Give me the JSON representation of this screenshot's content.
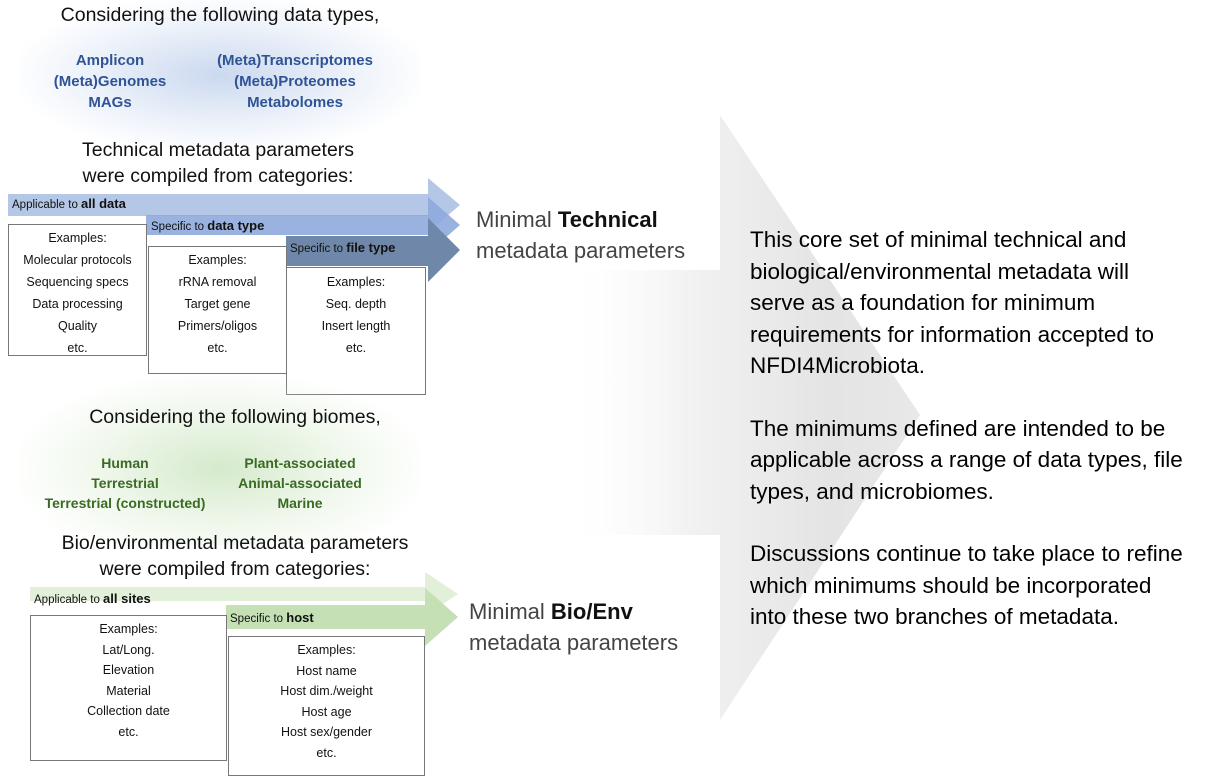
{
  "top": {
    "heading": "Considering the following data types,",
    "data_types_left": [
      "Amplicon",
      "(Meta)Genomes",
      "MAGs"
    ],
    "data_types_right": [
      "(Meta)Transcriptomes",
      "(Meta)Proteomes",
      "Metabolomes"
    ],
    "compiled_line1": "Technical metadata parameters",
    "compiled_line2": "were compiled from categories:",
    "bar_all": {
      "prefix": "Applicable to ",
      "strong": "all data"
    },
    "bar_type": {
      "prefix": "Specific to ",
      "strong": "data type"
    },
    "bar_file": {
      "prefix": "Specific to ",
      "strong": "file type"
    },
    "box_all": [
      "Examples:",
      "Molecular protocols",
      "Sequencing specs",
      "Data processing",
      "Quality",
      "etc."
    ],
    "box_type": [
      "Examples:",
      "rRNA removal",
      "Target gene",
      "Primers/oligos",
      "etc."
    ],
    "box_file": [
      "Examples:",
      "Seq. depth",
      "Insert length",
      "etc."
    ],
    "minimal_pre": "Minimal ",
    "minimal_strong": "Technical",
    "minimal_line2": "metadata parameters"
  },
  "bottom": {
    "heading": "Considering the following biomes,",
    "biomes_left": [
      "Human",
      "Terrestrial",
      "Terrestrial (constructed)"
    ],
    "biomes_right": [
      "Plant-associated",
      "Animal-associated",
      "Marine"
    ],
    "compiled_line1": "Bio/environmental metadata parameters",
    "compiled_line2": "were compiled from categories:",
    "bar_sites": {
      "prefix": "Applicable to ",
      "strong": "all sites"
    },
    "bar_host": {
      "prefix": "Specific to ",
      "strong": "host"
    },
    "box_sites": [
      "Examples:",
      "Lat/Long.",
      "Elevation",
      "Material",
      "Collection date",
      "etc."
    ],
    "box_host": [
      "Examples:",
      "Host name",
      "Host dim./weight",
      "Host age",
      "Host sex/gender",
      "etc."
    ],
    "minimal_pre": "Minimal ",
    "minimal_strong": "Bio/Env",
    "minimal_line2": "metadata parameters"
  },
  "right": {
    "paragraph1": [
      "This core set of minimal technical and",
      "biological/environmental metadata will",
      "serve as a foundation for minimum",
      "requirements for information accepted to",
      "NFDI4Microbiota."
    ],
    "paragraph2": [
      "The minimums defined are intended to be",
      "applicable across a range of data types, file",
      "types, and microbiomes."
    ],
    "paragraph3": [
      "Discussions continue to take place to refine",
      "which minimums should be incorporated",
      "into these two branches of metadata."
    ]
  },
  "colors": {
    "blue_text": "#2f5496",
    "green_text": "#3a6b24",
    "bar_blue_light": "#b4c7e7",
    "bar_blue_mid": "#8eaadb",
    "bar_blue_dark": "#6f87a8",
    "bar_green_light": "#e2efd9",
    "bar_green_mid": "#c5e0b4"
  }
}
